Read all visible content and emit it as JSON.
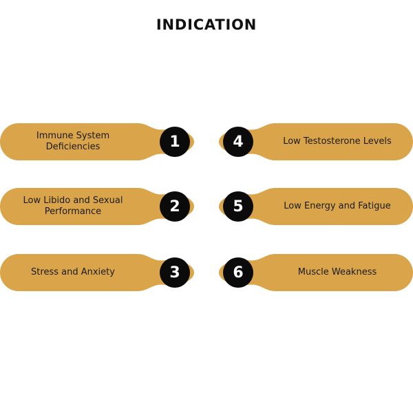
{
  "title": "INDICATION",
  "colors": {
    "pill": "#D9A44A",
    "badge": "#0B0B0B",
    "text": "#1A1A1A"
  },
  "items": [
    {
      "number": "1",
      "label_line1": "Immune System",
      "label_line2": "Deficiencies"
    },
    {
      "number": "2",
      "label_line1": "Low Libido and Sexual",
      "label_line2": "Performance"
    },
    {
      "number": "3",
      "label_line1": "Stress and Anxiety",
      "label_line2": ""
    },
    {
      "number": "4",
      "label_line1": "Low Testosterone Levels",
      "label_line2": ""
    },
    {
      "number": "5",
      "label_line1": "Low Energy and Fatigue",
      "label_line2": ""
    },
    {
      "number": "6",
      "label_line1": "Muscle Weakness",
      "label_line2": ""
    }
  ]
}
